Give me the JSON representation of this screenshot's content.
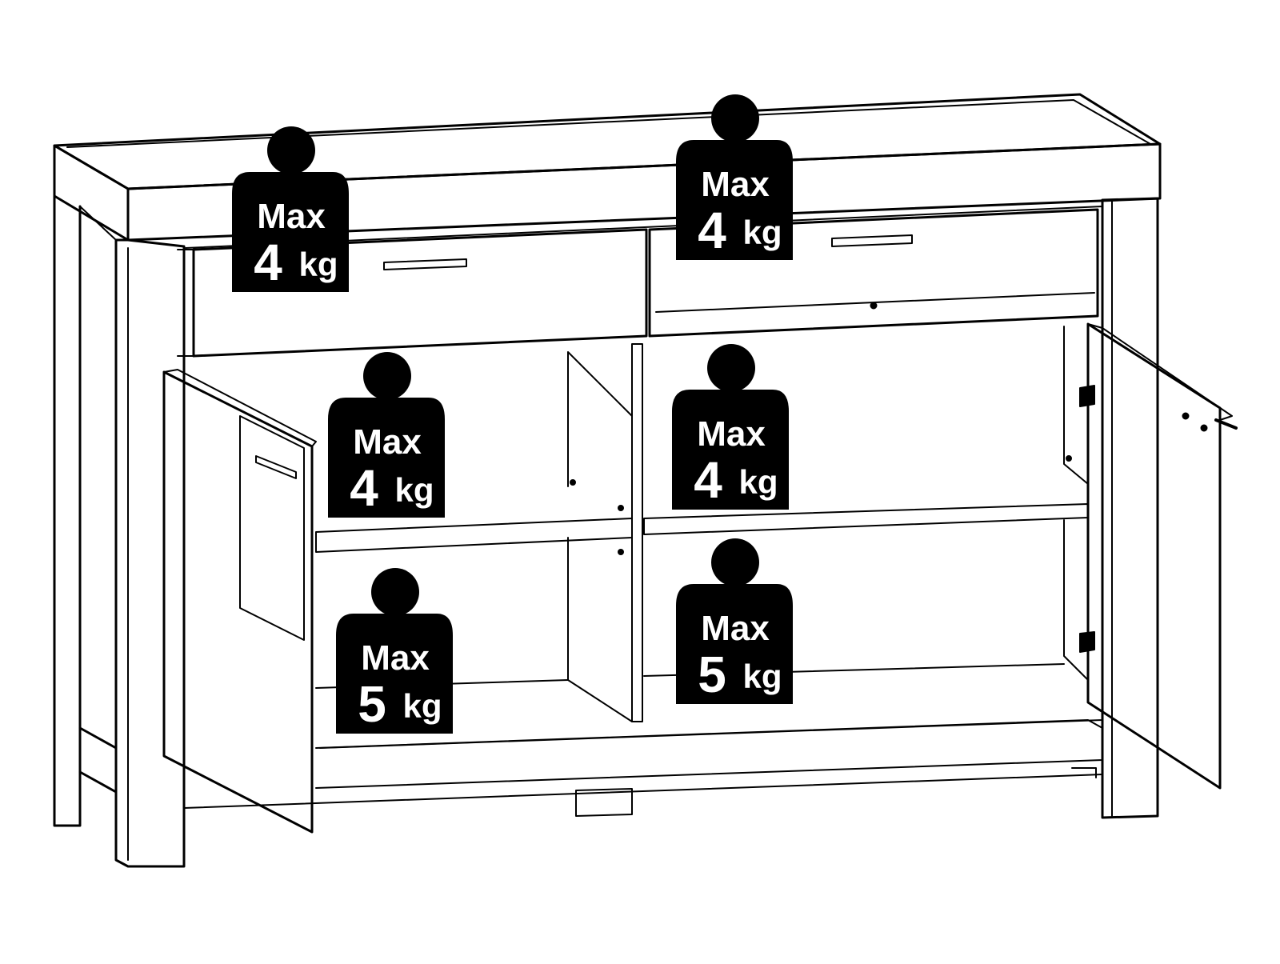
{
  "diagram": {
    "subject": "sideboard-load-limits",
    "line_color": "#000000",
    "background_color": "#ffffff",
    "weight_icon_color": "#000000",
    "weight_text_color": "#ffffff",
    "load_labels": [
      {
        "id": "drawer-left",
        "max_label": "Max",
        "value": "4",
        "unit": "kg"
      },
      {
        "id": "drawer-right",
        "max_label": "Max",
        "value": "4",
        "unit": "kg"
      },
      {
        "id": "shelf-left-upper",
        "max_label": "Max",
        "value": "4",
        "unit": "kg"
      },
      {
        "id": "shelf-right-upper",
        "max_label": "Max",
        "value": "4",
        "unit": "kg"
      },
      {
        "id": "shelf-left-lower",
        "max_label": "Max",
        "value": "5",
        "unit": "kg"
      },
      {
        "id": "shelf-right-lower",
        "max_label": "Max",
        "value": "5",
        "unit": "kg"
      }
    ]
  }
}
